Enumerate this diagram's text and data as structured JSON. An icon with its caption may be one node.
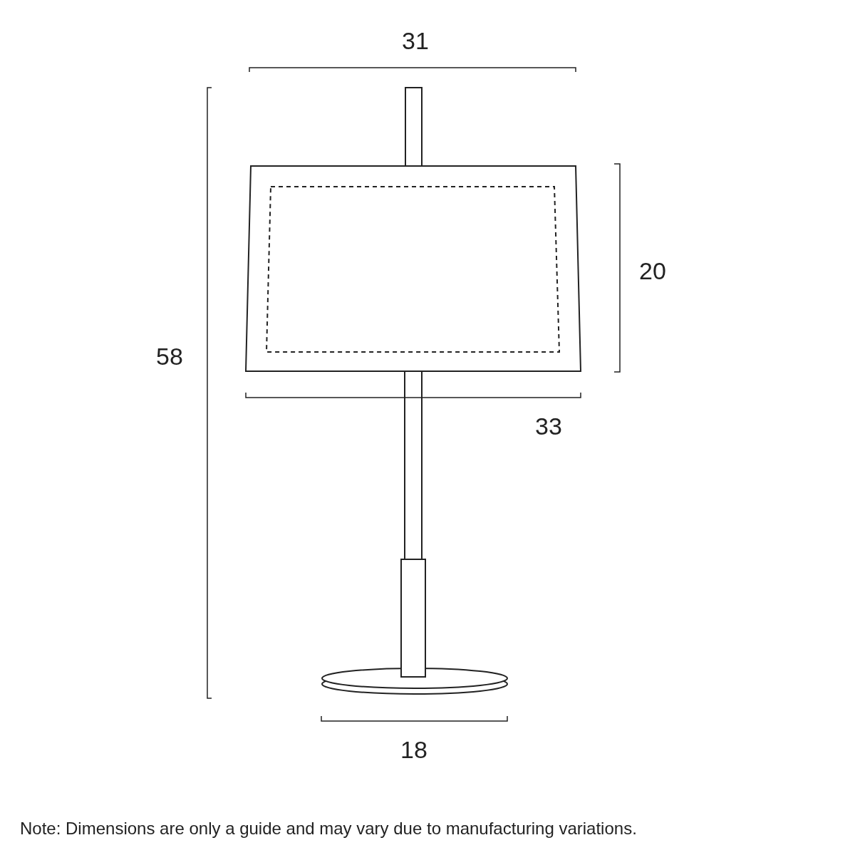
{
  "diagram": {
    "labels": [
      "31",
      "20",
      "58",
      "33",
      "18",
      "Note: Dimensions are only a guide and may vary due to manufacturing variations."
    ]
  }
}
